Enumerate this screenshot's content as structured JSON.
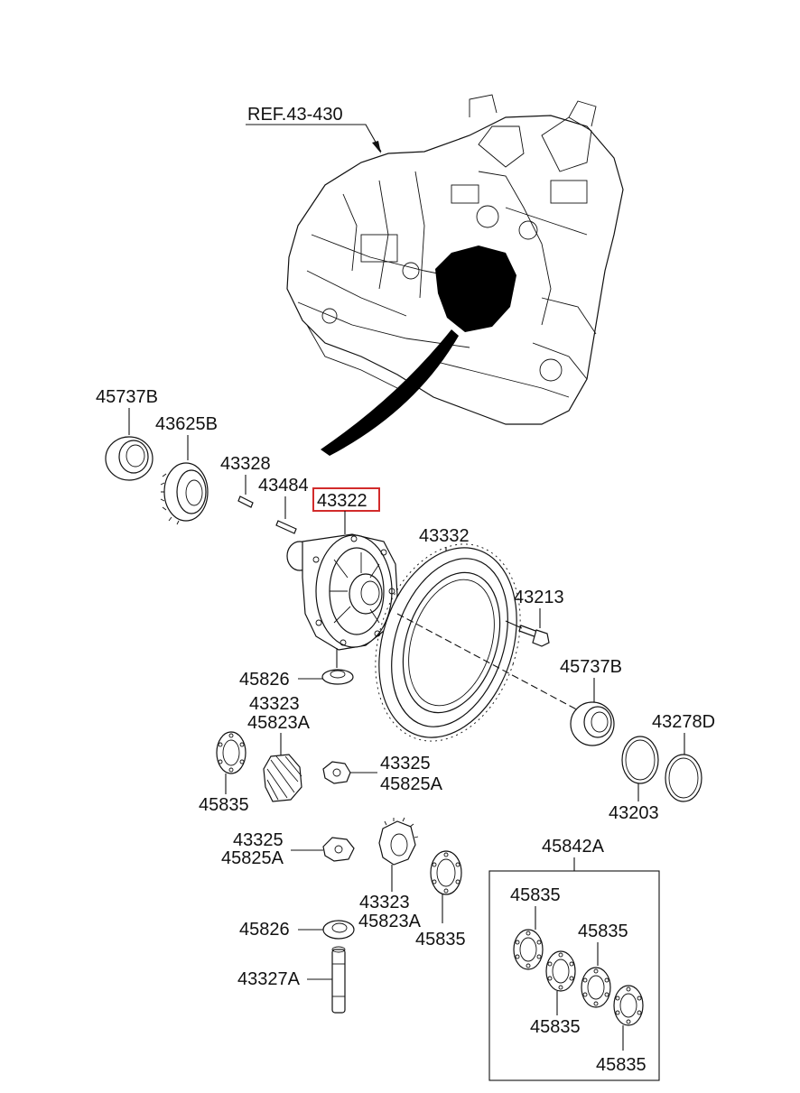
{
  "diagram": {
    "reference": "REF.43-430",
    "highlight_color": "#d22b2b",
    "labels": {
      "bearing_upper": "45737B",
      "speedo_gear": "43625B",
      "pin_a": "43328",
      "pin_b": "43484",
      "diff_case": "43322",
      "ring_gear": "43332",
      "bolt": "43213",
      "washer_top": "45826",
      "bearing_lower": "45737B",
      "side_gear_upper_a": "43323",
      "side_gear_upper_b": "45823A",
      "shim_right": "43278D",
      "thrust_washer_upper": "45835",
      "pinion_upper_a": "43325",
      "pinion_upper_b": "45825A",
      "snap_ring": "43203",
      "pinion_lower_a": "43325",
      "pinion_lower_b": "45825A",
      "kit": "45842A",
      "side_gear_lower_a": "43323",
      "side_gear_lower_b": "45823A",
      "washer_bottom": "45826",
      "thrust_washer_lower": "45835",
      "shaft": "43327A",
      "kit_item_1": "45835",
      "kit_item_2": "45835",
      "kit_item_3": "45835",
      "kit_item_4": "45835"
    }
  }
}
